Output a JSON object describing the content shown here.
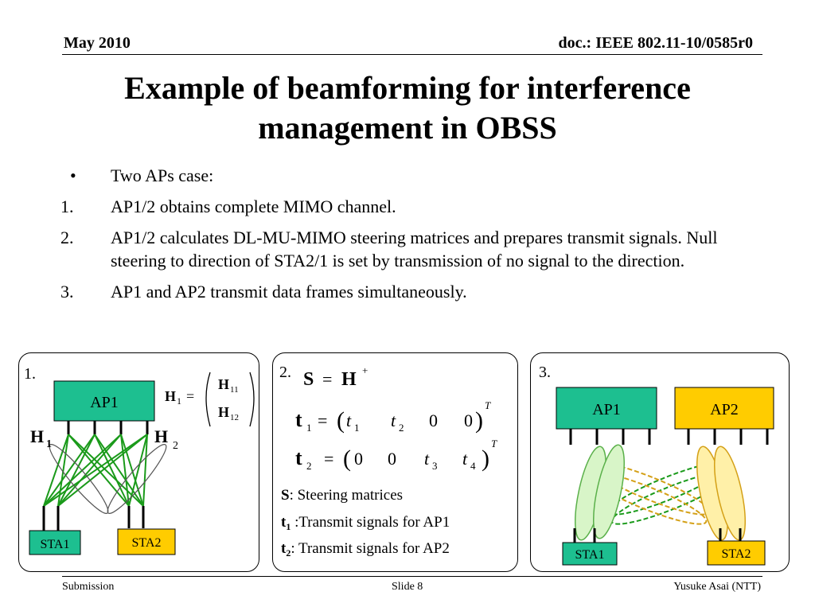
{
  "header": {
    "date": "May 2010",
    "doc": "doc.: IEEE 802.11-10/0585r0"
  },
  "title": {
    "line1": "Example of beamforming for interference",
    "line2": "management in OBSS"
  },
  "body": {
    "items": [
      {
        "marker": "•",
        "text": "Two APs case:"
      },
      {
        "marker": "1.",
        "text": "AP1/2 obtains complete MIMO channel."
      },
      {
        "marker": "2.",
        "text": "AP1/2 calculates DL-MU-MIMO steering matrices and prepares transmit signals. Null steering to direction of STA2/1 is set by transmission of no signal to the direction."
      },
      {
        "marker": "3.",
        "text": "AP1 and AP2 transmit data frames simultaneously."
      }
    ]
  },
  "panel1": {
    "number": "1.",
    "ap": "AP1",
    "sta1": "STA1",
    "sta2": "STA2",
    "h_symbol": "H",
    "h1_sub": "1",
    "h2_sub": "2",
    "h11": "11",
    "h12": "12"
  },
  "panel2": {
    "number": "2.",
    "s_sym": "S",
    "h_sym": "H",
    "plus": "+",
    "t_sym": "t",
    "sub1": "1",
    "sub2": "2",
    "sub3": "3",
    "sub4": "4",
    "zero": "0",
    "T": "T",
    "eq": "=",
    "lp": "(",
    "rp": ")",
    "legend_s": "S",
    "legend_s_text": ": Steering matrices",
    "legend_t1": "t",
    "legend_t1_sub": "1",
    "legend_t1_text": " :Transmit signals for AP1",
    "legend_t2": "t",
    "legend_t2_sub": "2",
    "legend_t2_text": ": Transmit signals for AP2"
  },
  "panel3": {
    "number": "3.",
    "ap1": "AP1",
    "ap2": "AP2",
    "sta1": "STA1",
    "sta2": "STA2"
  },
  "colors": {
    "ap1": "#1dbf90",
    "ap2": "#ffcc00",
    "sta1": "#1dbf90",
    "sta2": "#ffcc00",
    "green_link": "#1a9a1a",
    "beam_green_fill": "#d8f5c8",
    "beam_gold_fill": "#fff0a8"
  },
  "footer": {
    "left": "Submission",
    "center": "Slide 8",
    "right": "Yusuke Asai (NTT)"
  }
}
